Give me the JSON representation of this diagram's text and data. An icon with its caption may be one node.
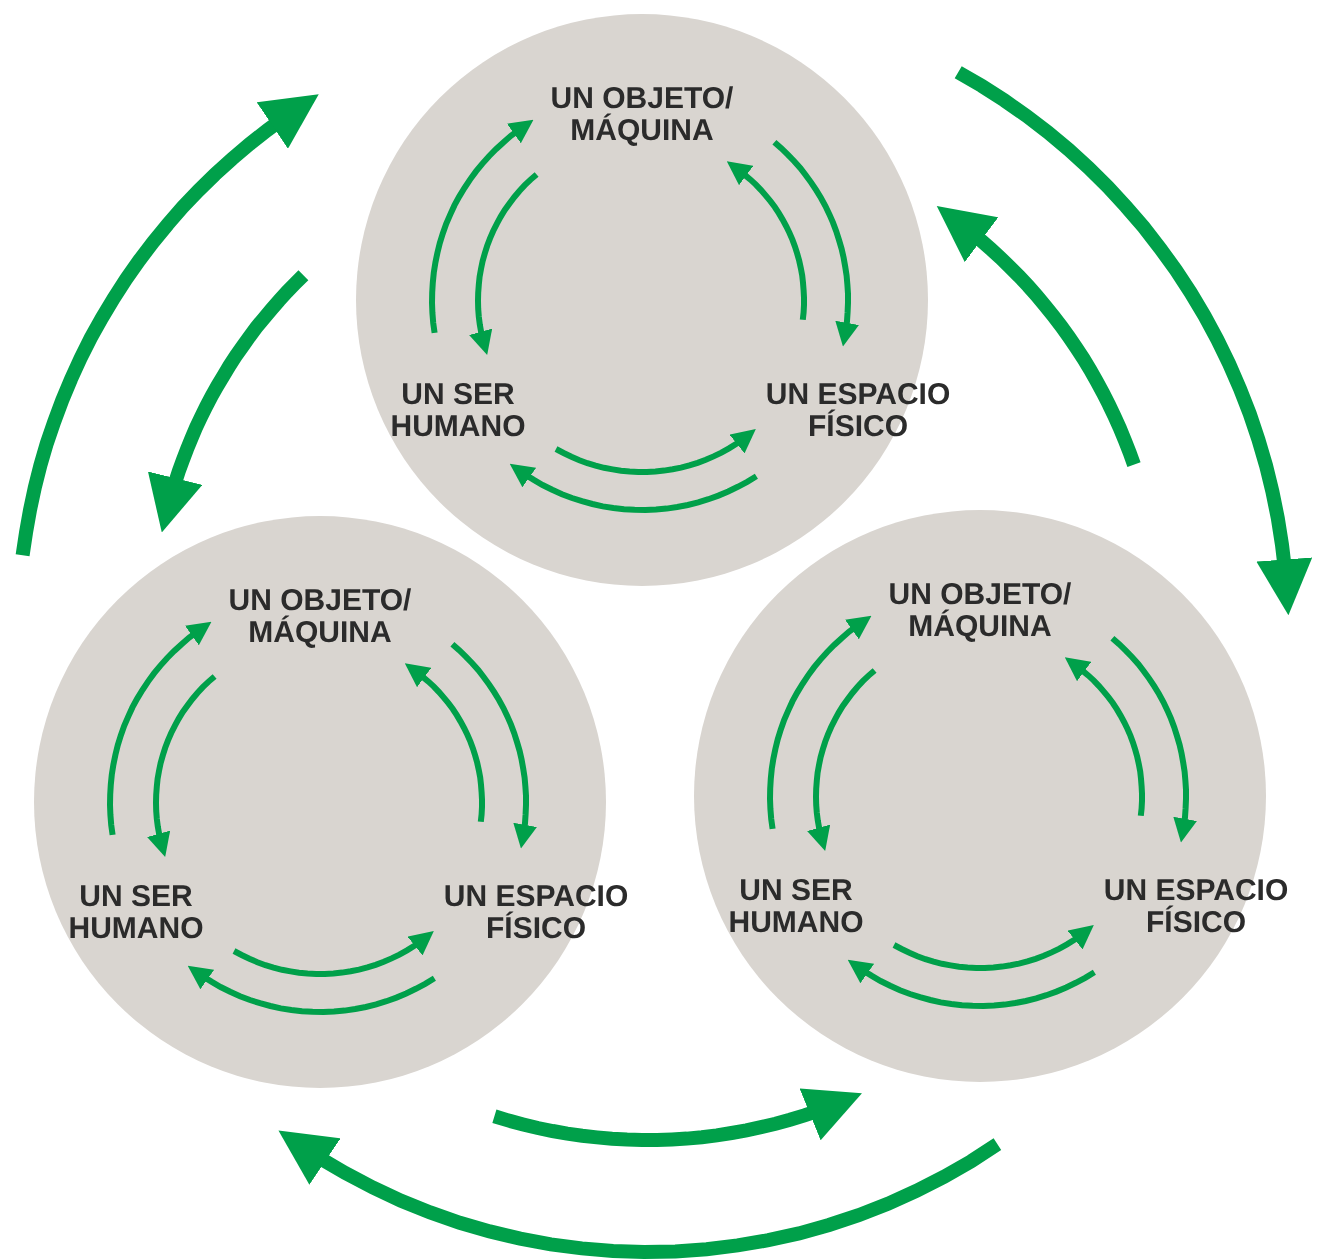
{
  "diagram": {
    "nodes": [
      {
        "text": [],
        "shape": "circle"
      },
      {
        "text": [
          "UN OBJETO/ MÁQUINA"
        ],
        "in": 0
      },
      {
        "text": [
          "UN SER HUMANO"
        ],
        "in": 0
      },
      {
        "text": [
          "UN ESPACIO FÍSICO"
        ],
        "in": 0
      },
      {
        "text": [],
        "shape": "circle"
      },
      {
        "text": [
          "UN OBJETO/ MÁQUINA"
        ],
        "in": 4
      },
      {
        "text": [
          "UN SER HUMANO"
        ],
        "in": 4
      },
      {
        "text": [
          "UN ESPACIO FÍSICO"
        ],
        "in": 4
      },
      {
        "text": [],
        "shape": "circle"
      },
      {
        "text": [
          "UN OBJETO/ MÁQUINA"
        ],
        "in": 8
      },
      {
        "text": [
          "UN SER HUMANO"
        ],
        "in": 8
      },
      {
        "text": [
          "UN ESPACIO FÍSICO"
        ],
        "in": 8
      }
    ],
    "edges": [
      {
        "from": 2,
        "to": 1,
        "arrow": "to"
      },
      {
        "from": 1,
        "to": 2,
        "arrow": "to"
      },
      {
        "from": 1,
        "to": 3,
        "arrow": "to"
      },
      {
        "from": 3,
        "to": 1,
        "arrow": "to"
      },
      {
        "from": 2,
        "to": 3,
        "arrow": "to"
      },
      {
        "from": 3,
        "to": 2,
        "arrow": "to"
      },
      {
        "from": 6,
        "to": 5,
        "arrow": "to"
      },
      {
        "from": 5,
        "to": 6,
        "arrow": "to"
      },
      {
        "from": 5,
        "to": 7,
        "arrow": "to"
      },
      {
        "from": 7,
        "to": 5,
        "arrow": "to"
      },
      {
        "from": 6,
        "to": 7,
        "arrow": "to"
      },
      {
        "from": 7,
        "to": 6,
        "arrow": "to"
      },
      {
        "from": 10,
        "to": 9,
        "arrow": "to"
      },
      {
        "from": 9,
        "to": 10,
        "arrow": "to"
      },
      {
        "from": 9,
        "to": 11,
        "arrow": "to"
      },
      {
        "from": 11,
        "to": 9,
        "arrow": "to"
      },
      {
        "from": 10,
        "to": 11,
        "arrow": "to"
      },
      {
        "from": 11,
        "to": 10,
        "arrow": "to"
      },
      {
        "from": 0,
        "to": 8,
        "arrow": "to",
        "style": "thick"
      },
      {
        "from": 8,
        "to": 0,
        "arrow": "to",
        "style": "thick"
      },
      {
        "from": 4,
        "to": 0,
        "arrow": "to",
        "style": "thick"
      },
      {
        "from": 0,
        "to": 4,
        "arrow": "to",
        "style": "thick"
      },
      {
        "from": 4,
        "to": 8,
        "arrow": "to",
        "style": "thick"
      },
      {
        "from": 8,
        "to": 4,
        "arrow": "to",
        "style": "thick"
      }
    ]
  }
}
